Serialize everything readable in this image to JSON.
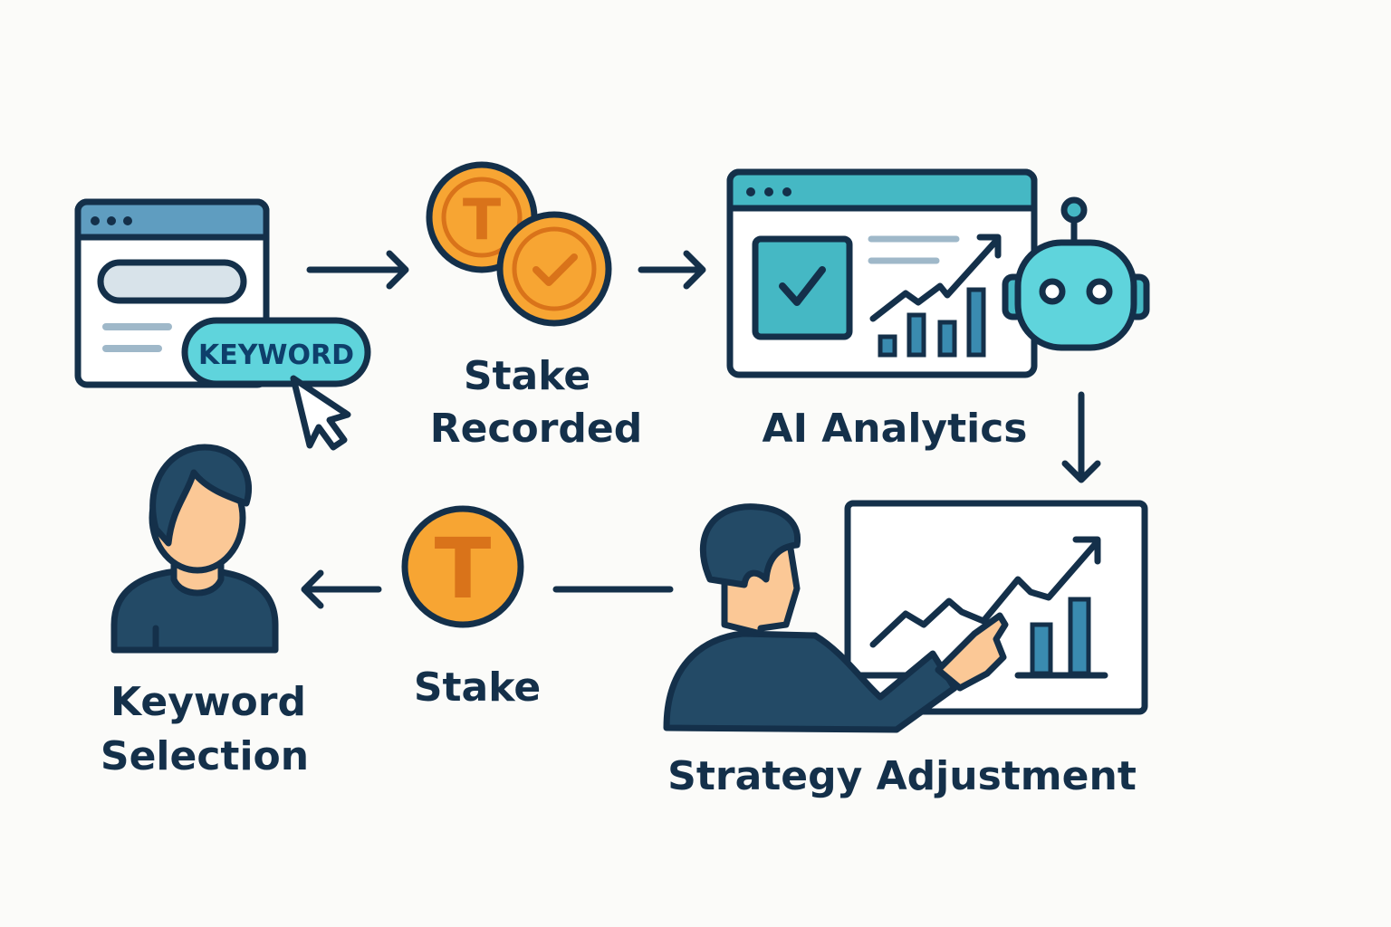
{
  "colors": {
    "outline": "#14304a",
    "coin": "#f7a533",
    "coin_mark": "#d9731a",
    "teal": "#5fd4dc",
    "window_header": "#5f9dc0",
    "analytics_header": "#45b8c4",
    "person": "#234a66",
    "skin": "#fbc896"
  },
  "steps": {
    "keyword_selection": {
      "label_line1": "Keyword",
      "label_line2": "Selection",
      "badge": "KEYWORD"
    },
    "stake": {
      "label": "Stake",
      "coin_letter": "T"
    },
    "stake_recorded": {
      "label_line1": "Stake",
      "label_line2": "Recorded",
      "coin_letter": "T"
    },
    "ai_analytics": {
      "label": "AI Analytics"
    },
    "strategy_adjustment": {
      "label": "Strategy Adjustment"
    }
  }
}
